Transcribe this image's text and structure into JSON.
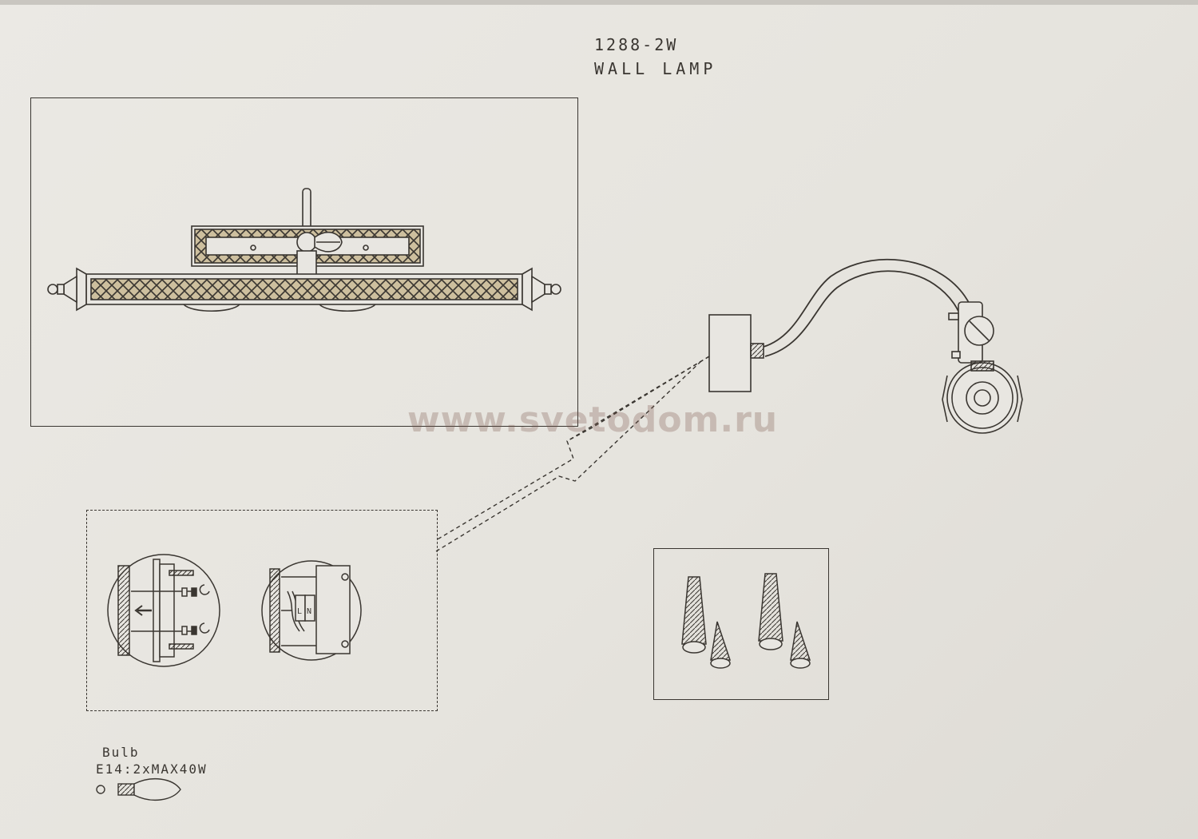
{
  "header": {
    "model": "1288-2W",
    "product": "WALL LAMP"
  },
  "watermark": "www.svetodom.ru",
  "bulb": {
    "label": "Bulb",
    "spec": "E14:2xMAX40W"
  },
  "wiring_labels": {
    "l": "L",
    "n": "N"
  },
  "colors": {
    "ink": "#3a3631",
    "paper": "#e8e6e1",
    "brass": "#c8b48a"
  }
}
